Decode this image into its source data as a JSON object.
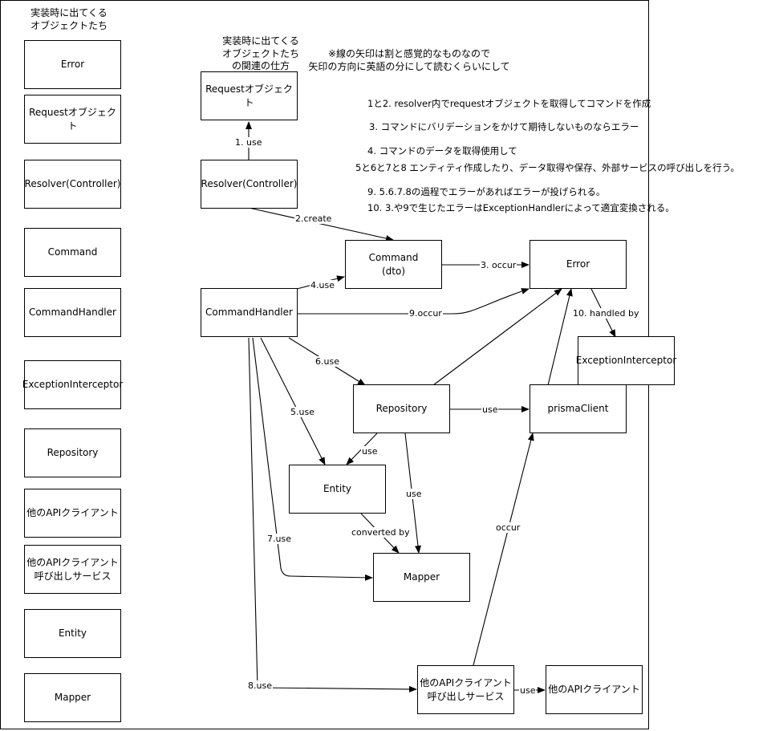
{
  "legend": {
    "title": "実装時に出てくる\nオブジェクトたち",
    "items": [
      "Error",
      "Requestオブジェクト",
      "Resolver(Controller)",
      "Command",
      "CommandHandler",
      "ExceptionInterceptor",
      "Repository",
      "他のAPIクライアント",
      "他のAPIクライアント\n呼び出しサービス",
      "Entity",
      "Mapper"
    ]
  },
  "diagram": {
    "title": "実装時に出てくる\nオブジェクトたち\nの関連の仕方",
    "caveat": "※線の矢印は割と感覚的なものなので\n矢印の方向に英語の分にして読むくらいにして",
    "nodes": {
      "request": "Requestオブジェクト",
      "resolver": "Resolver(Controller)",
      "command": "Command\n(dto)",
      "error": "Error",
      "command_handler": "CommandHandler",
      "exception_interceptor": "ExceptionInterceptor",
      "repository": "Repository",
      "prisma_client": "prismaClient",
      "entity": "Entity",
      "mapper": "Mapper",
      "other_api_service": "他のAPIクライアント\n呼び出しサービス",
      "other_api_client": "他のAPIクライアント"
    },
    "edge_labels": {
      "use1": "1. use",
      "create2": "2.create",
      "occur3": "3. occur",
      "use4": "4.use",
      "occur9": "9.occur",
      "handled10": "10. handled by",
      "use6": "6.use",
      "use5": "5.use",
      "repo_prisma": "use",
      "repo_entity": "use",
      "repo_mapper": "use",
      "converted": "converted by",
      "use7": "7.use",
      "occur_service": "occur",
      "use8": "8.use",
      "service_client": "use"
    },
    "notes": [
      "1と2. resolver内でrequestオブジェクトを取得してコマンドを作成",
      "3. コマンドにバリデーションをかけて期待しないものならエラー",
      "4. コマンドのデータを取得使用して",
      "5と6と7と8 エンティティ作成したり、データ取得や保存、外部サービスの呼び出しを行う。",
      "9.  5.6.7.8の過程でエラーがあればエラーが投げられる。",
      "10.  3.や9で生じたエラーはExceptionHandlerによって適宜変換される。"
    ]
  }
}
